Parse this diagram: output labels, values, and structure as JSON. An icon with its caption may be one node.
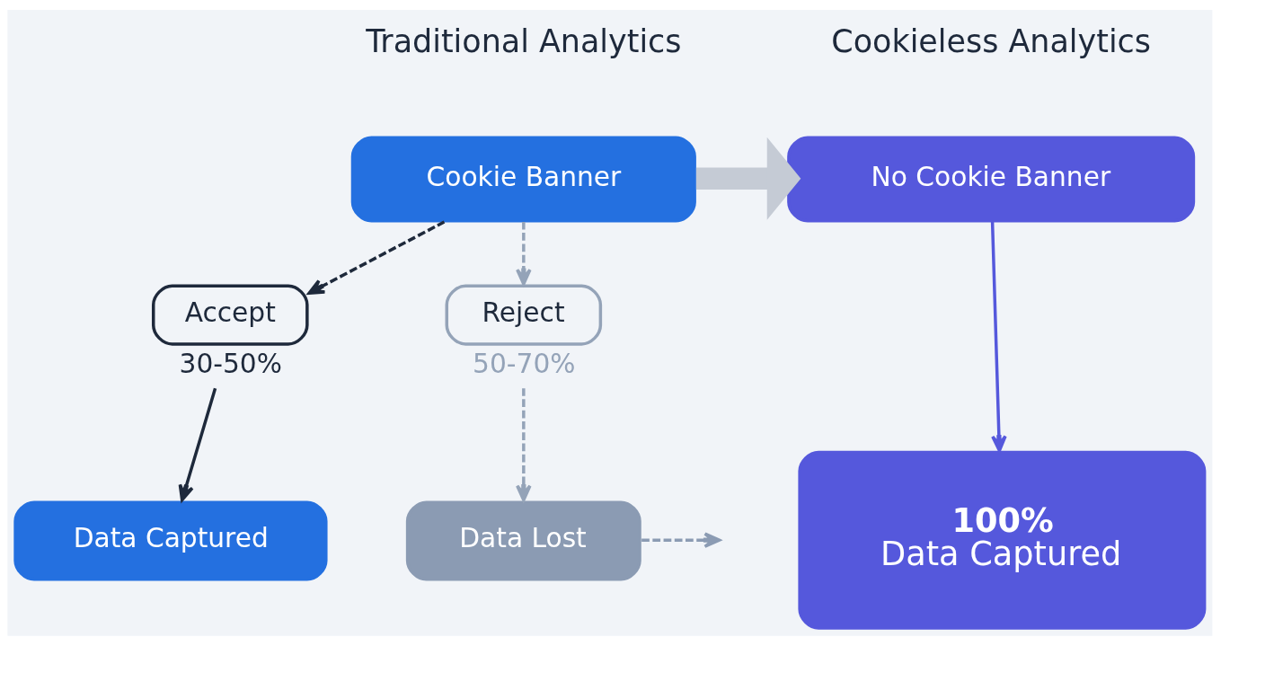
{
  "diagram": {
    "nodes": [
      {
        "text": [
          "Cookie Banner"
        ]
      },
      {
        "text": [
          "Accept"
        ],
        "beside": [
          "30-50%"
        ]
      },
      {
        "text": [
          "Reject"
        ],
        "beside": [
          "50-70%"
        ]
      },
      {
        "text": [
          "Data Captured"
        ]
      },
      {
        "text": [
          "Data Lost"
        ]
      },
      {
        "text": [
          "No Cookie Banner"
        ]
      },
      {
        "text": [
          "100%",
          "Data Captured"
        ]
      }
    ],
    "edges": [
      {
        "from": 0,
        "to": 1,
        "arrow": "to",
        "style": "dashed"
      },
      {
        "from": 0,
        "to": 2,
        "arrow": "to",
        "style": "dashed",
        "color": "#94a3b8"
      },
      {
        "from": 1,
        "to": 3,
        "arrow": "to"
      },
      {
        "from": 2,
        "to": 4,
        "arrow": "to",
        "style": "dashed",
        "color": "#94a3b8"
      },
      {
        "from": 4,
        "to": null,
        "arrow": "to",
        "style": "dashed",
        "color": "#8b9bb3"
      },
      {
        "from": 0,
        "to": 5,
        "arrow": "to",
        "style": "thick",
        "color": "#c5cbd5"
      },
      {
        "from": 5,
        "to": 6,
        "arrow": "to",
        "color": "#5558dc"
      }
    ],
    "labels": [
      "Traditional Analytics",
      "Cookieless Analytics"
    ]
  }
}
